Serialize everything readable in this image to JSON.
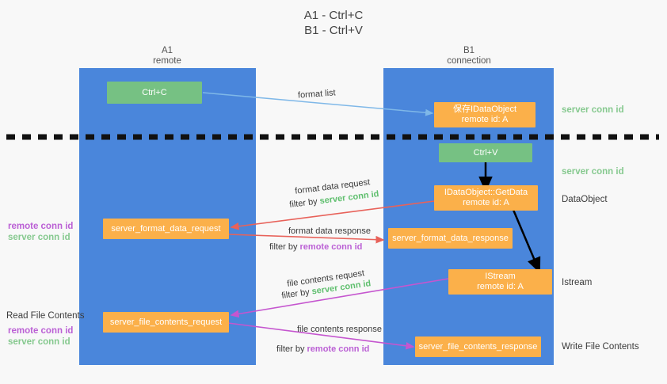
{
  "title": {
    "line1": "A1 - Ctrl+C",
    "line2": "B1 - Ctrl+V"
  },
  "columns": [
    {
      "name": "A1",
      "sub": "remote"
    },
    {
      "name": "B1",
      "sub": "connection"
    }
  ],
  "boxes": {
    "ctrl_c": {
      "label": "Ctrl+C",
      "color": "#76c183"
    },
    "ctrl_v": {
      "label": "Ctrl+V",
      "color": "#76c183"
    },
    "save_dataobject": {
      "line1": "保存IDataObject",
      "line2": "remote id: A",
      "color": "#fbb04a"
    },
    "getdata": {
      "line1": "IDataObject::GetData",
      "line2": "remote id: A",
      "color": "#fbb04a"
    },
    "istream": {
      "line1": "IStream",
      "line2": "remote id: A",
      "color": "#fbb04a"
    },
    "server_format_data_request": {
      "label": "server_format_data_request",
      "color": "#fbb04a"
    },
    "server_format_data_response": {
      "label": "server_format_data_response",
      "color": "#fbb04a"
    },
    "server_file_contents_request": {
      "label": "server_file_contents_request",
      "color": "#fbb04a"
    },
    "server_file_contents_response": {
      "label": "server_file_contents_response",
      "color": "#fbb04a"
    }
  },
  "right_labels": {
    "server_conn_id_top": "server conn id",
    "server_conn_id_mid": "server conn id",
    "dataobject": "DataObject",
    "istream": "Istream",
    "write_file_contents": "Write File Contents"
  },
  "left_labels": {
    "format_remote_conn_id": "remote conn id",
    "format_server_conn_id": "server conn id",
    "read_file_contents": "Read File Contents",
    "file_remote_conn_id": "remote conn id",
    "file_server_conn_id": "server conn id"
  },
  "edges": {
    "format_list": "format list",
    "format_data_request": "format data request",
    "format_data_request_filter_prefix": "filter by ",
    "format_data_request_filter_value": "server conn id",
    "format_data_response": "format data response",
    "format_data_response_filter_prefix": "filter by ",
    "format_data_response_filter_value": "remote conn id",
    "file_contents_request": "file contents request",
    "file_contents_request_filter_prefix": "filter by ",
    "file_contents_request_filter_value": "server conn id",
    "file_contents_response": "file contents response",
    "file_contents_response_filter_prefix": "filter by ",
    "file_contents_response_filter_value": "remote conn id"
  },
  "colors": {
    "lane": "#4a86db",
    "green_box": "#76c183",
    "orange_box": "#fbb04a",
    "green_text": "#86c98f",
    "purple_text": "#bb60d5",
    "blue_arrow": "#7fb8e8",
    "red_arrow": "#e8625a",
    "magenta_arrow": "#c556cf",
    "black_arrow": "#000000",
    "divider": "#111111",
    "background": "#f8f8f8"
  }
}
